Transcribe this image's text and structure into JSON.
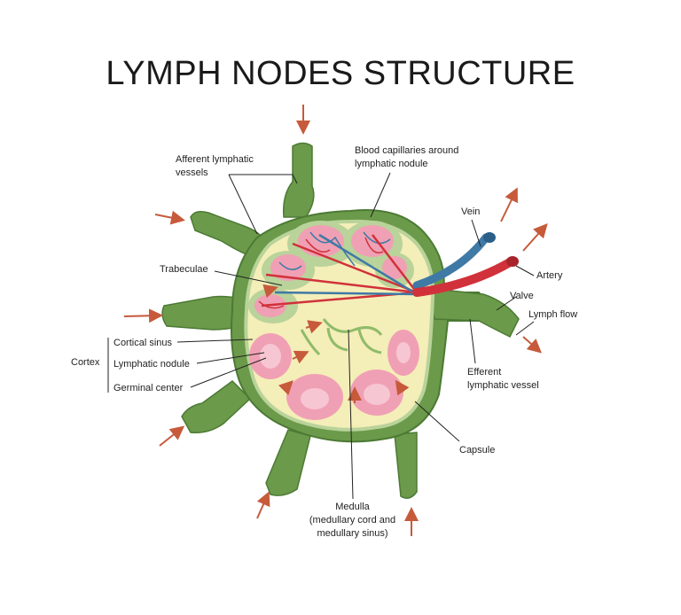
{
  "title": "LYMPH NODES STRUCTURE",
  "labels": {
    "afferent_line1": "Afferent lymphatic",
    "afferent_line2": "vessels",
    "capillaries_line1": "Blood capillaries around",
    "capillaries_line2": "lymphatic nodule",
    "vein": "Vein",
    "artery": "Artery",
    "valve": "Valve",
    "lymph_flow": "Lymph flow",
    "trabeculae": "Trabeculae",
    "cortex": "Cortex",
    "cortical_sinus": "Cortical sinus",
    "lymphatic_nodule": "Lymphatic nodule",
    "germinal_center": "Germinal center",
    "efferent_line1": "Efferent",
    "efferent_line2": "lymphatic vessel",
    "capsule": "Capsule",
    "medulla_line1": "Medulla",
    "medulla_line2": "(medullary cord and",
    "medulla_line3": "medullary sinus)"
  },
  "colors": {
    "capsule_green": "#6b9a4a",
    "capsule_dark": "#4c7a34",
    "inner_cream": "#f4eeb8",
    "cortex_light_green": "#b9d39a",
    "nodule_pink": "#f0a0b4",
    "germinal_pink": "#f7c6d3",
    "artery_red": "#d1313a",
    "vein_blue": "#3f79a6",
    "flow_arrow": "#c65a3a"
  }
}
